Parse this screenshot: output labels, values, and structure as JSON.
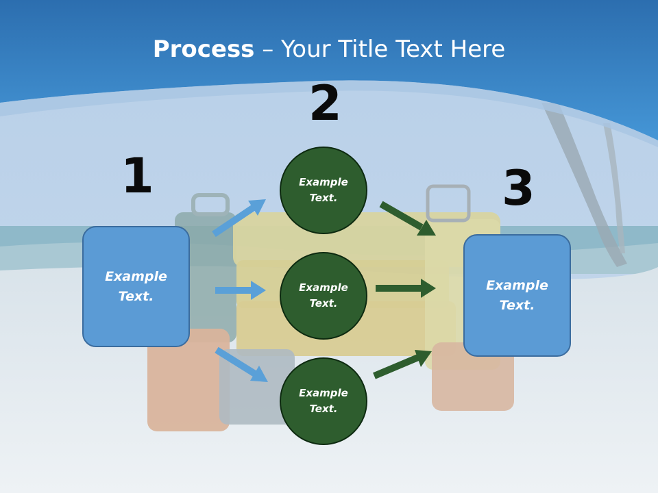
{
  "slide": {
    "title_bold": "Process",
    "title_rest": " – Your Title Text Here"
  },
  "steps": {
    "one": "1",
    "two": "2",
    "three": "3"
  },
  "nodes": {
    "left_box": "Example\nText.",
    "right_box": "Example\nText.",
    "circle_top": "Example\nText.",
    "circle_middle": "Example\nText.",
    "circle_bottom": "Example\nText."
  },
  "colors": {
    "header_blue": "#2f7cc4",
    "box_blue": "#5b9bd5",
    "circle_green": "#2e5d2e",
    "arrow_blue": "#5aa0d8",
    "arrow_green": "#2e5d2e"
  }
}
